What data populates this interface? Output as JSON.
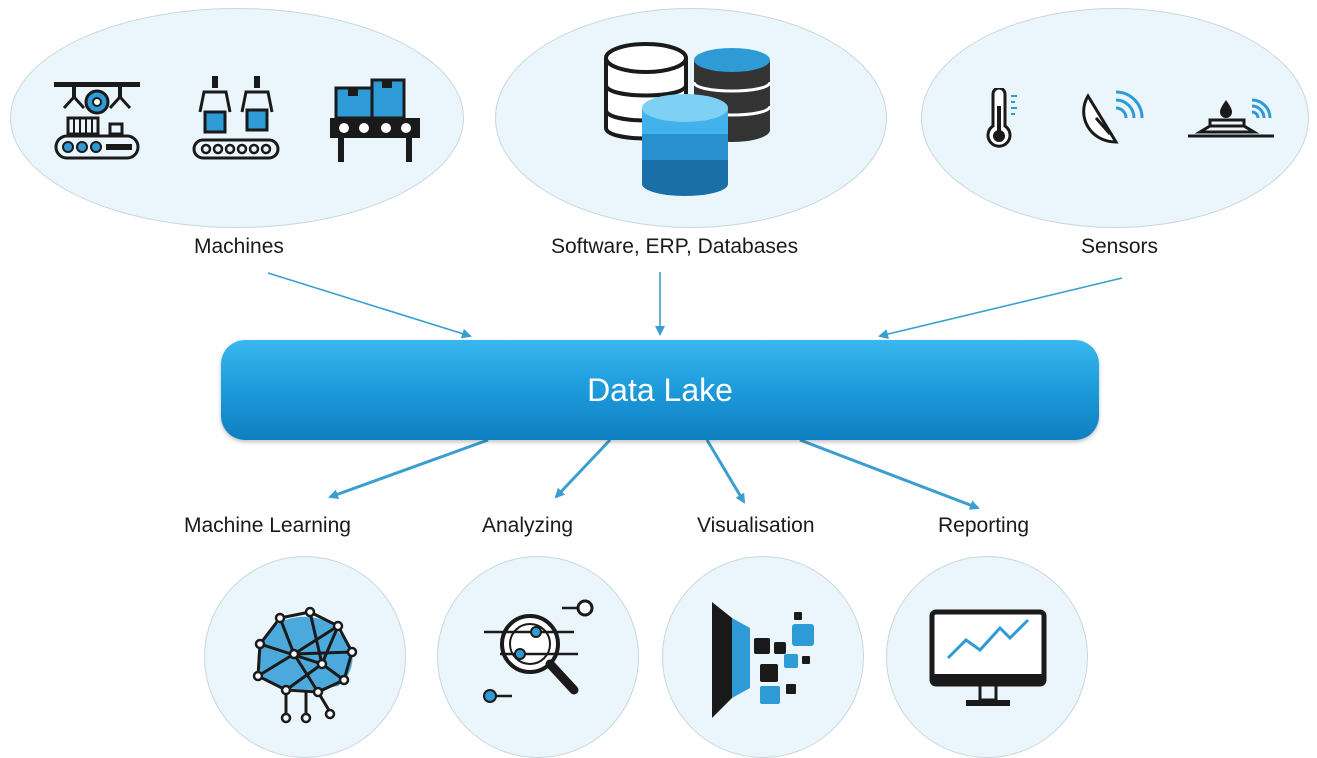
{
  "sources": [
    {
      "label": "Machines",
      "icons": [
        "robot-arm-conveyor-icon",
        "robotic-grippers-icon",
        "conveyor-belt-boxes-icon"
      ]
    },
    {
      "label": "Software, ERP, Databases",
      "icons": [
        "database-stack-icon"
      ]
    },
    {
      "label": "Sensors",
      "icons": [
        "thermometer-icon",
        "satellite-dish-icon",
        "water-sensor-icon"
      ]
    }
  ],
  "hub": {
    "label": "Data Lake"
  },
  "outputs": [
    {
      "label": "Machine Learning",
      "icon": "neural-brain-icon"
    },
    {
      "label": "Analyzing",
      "icon": "magnifier-analysis-icon"
    },
    {
      "label": "Visualisation",
      "icon": "data-visualisation-icon"
    },
    {
      "label": "Reporting",
      "icon": "monitor-chart-icon"
    }
  ],
  "colors": {
    "accent": "#1e9ddd",
    "arrow": "#3a9fd0",
    "bubble": "#eaf6fc",
    "icon_dark": "#1a1a1a",
    "icon_blue": "#2f9bd6"
  }
}
